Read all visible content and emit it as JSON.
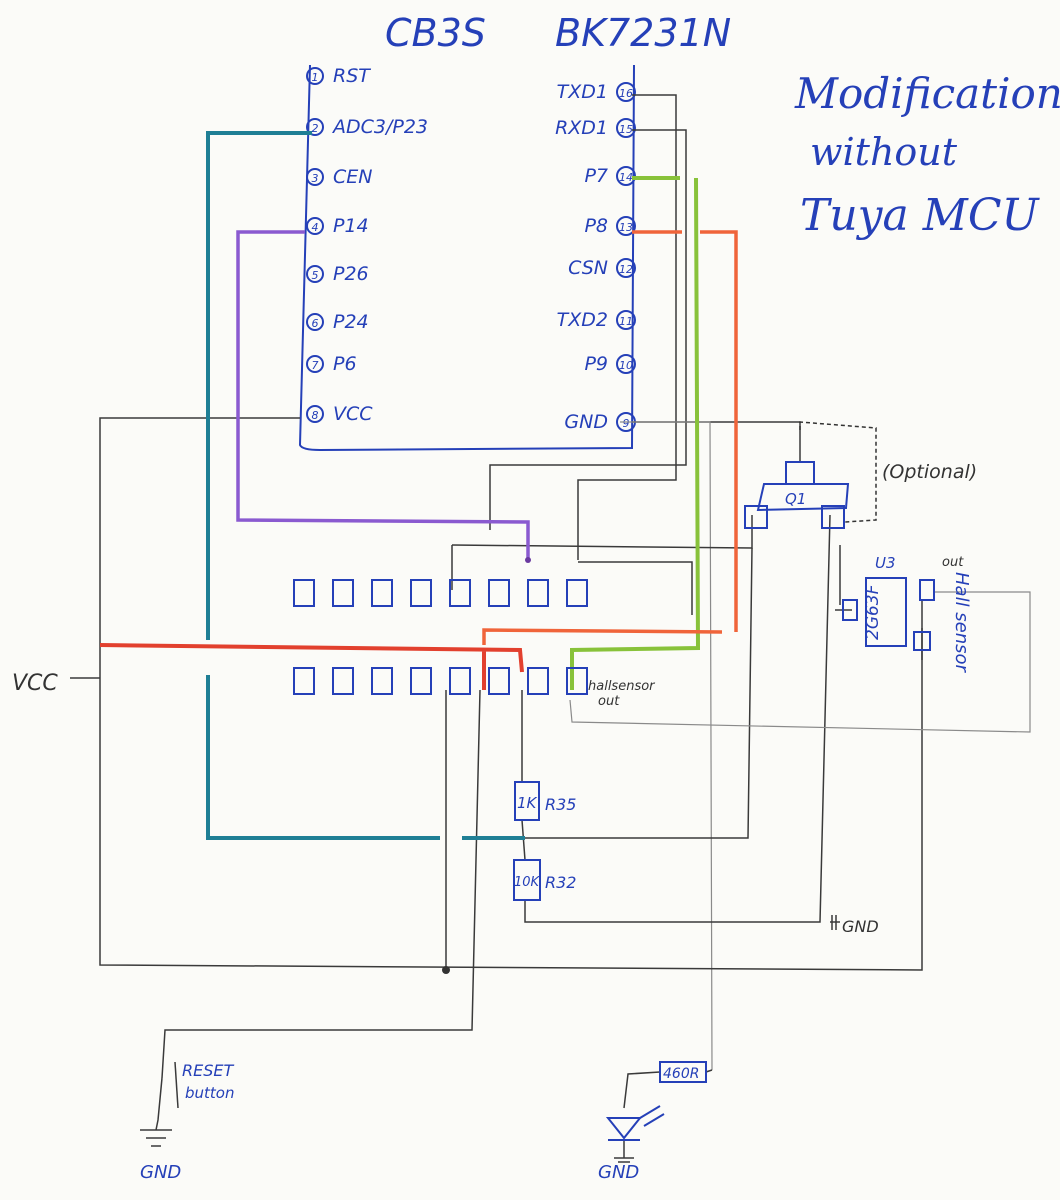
{
  "title": {
    "chip": "CB3S",
    "soc": "BK7231N"
  },
  "note": [
    "Modification",
    "without",
    "Tuya MCU"
  ],
  "optional_label": "(Optional)",
  "left_pins": [
    {
      "num": "1",
      "name": "RST"
    },
    {
      "num": "2",
      "name": "ADC3/P23"
    },
    {
      "num": "3",
      "name": "CEN"
    },
    {
      "num": "4",
      "name": "P14"
    },
    {
      "num": "5",
      "name": "P26"
    },
    {
      "num": "6",
      "name": "P24"
    },
    {
      "num": "7",
      "name": "P6"
    },
    {
      "num": "8",
      "name": "VCC"
    }
  ],
  "right_pins": [
    {
      "num": "16",
      "name": "TXD1"
    },
    {
      "num": "15",
      "name": "RXD1"
    },
    {
      "num": "14",
      "name": "P7"
    },
    {
      "num": "13",
      "name": "P8"
    },
    {
      "num": "12",
      "name": "CSN"
    },
    {
      "num": "11",
      "name": "TXD2"
    },
    {
      "num": "10",
      "name": "P9"
    },
    {
      "num": "9",
      "name": "GND"
    }
  ],
  "labels": {
    "vcc": "VCC",
    "q1": "Q1",
    "u3": "U3",
    "hall_ic": "2G63F",
    "hall_out": "out",
    "hall_sensor": "Hall sensor",
    "hallsensor_out_1": "hallsensor",
    "hallsensor_out_2": "out",
    "r35_value": "1K",
    "r35_ref": "R35",
    "r32_value": "10K",
    "r32_ref": "R32",
    "gnd_right": "GND",
    "led_resistor": "460R",
    "reset_1": "RESET",
    "reset_2": "button",
    "gnd_left": "GND",
    "gnd_led": "GND"
  },
  "colors": {
    "ink": "#2540b8",
    "teal": "#1f7f95",
    "purple": "#8a5ad0",
    "red": "#e2402e",
    "green": "#88c23a",
    "orange": "#f0643a",
    "pencil": "#3a3a3a"
  }
}
